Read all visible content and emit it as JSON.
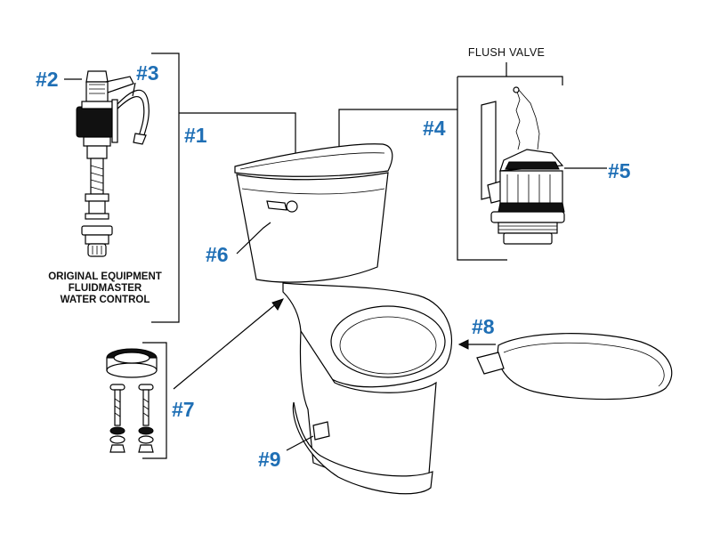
{
  "diagram": {
    "callouts": {
      "c1": "#1",
      "c2": "#2",
      "c3": "#3",
      "c4": "#4",
      "c5": "#5",
      "c6": "#6",
      "c7": "#7",
      "c8": "#8",
      "c9": "#9"
    },
    "fill_valve_caption": {
      "line1": "ORIGINAL EQUIPMENT",
      "line2": "FLUIDMASTER",
      "line3": "WATER CONTROL"
    },
    "flush_valve_heading": "FLUSH VALVE",
    "colors": {
      "callout_blue": "#1f6fb5",
      "line_black": "#000000",
      "background": "#ffffff"
    }
  }
}
